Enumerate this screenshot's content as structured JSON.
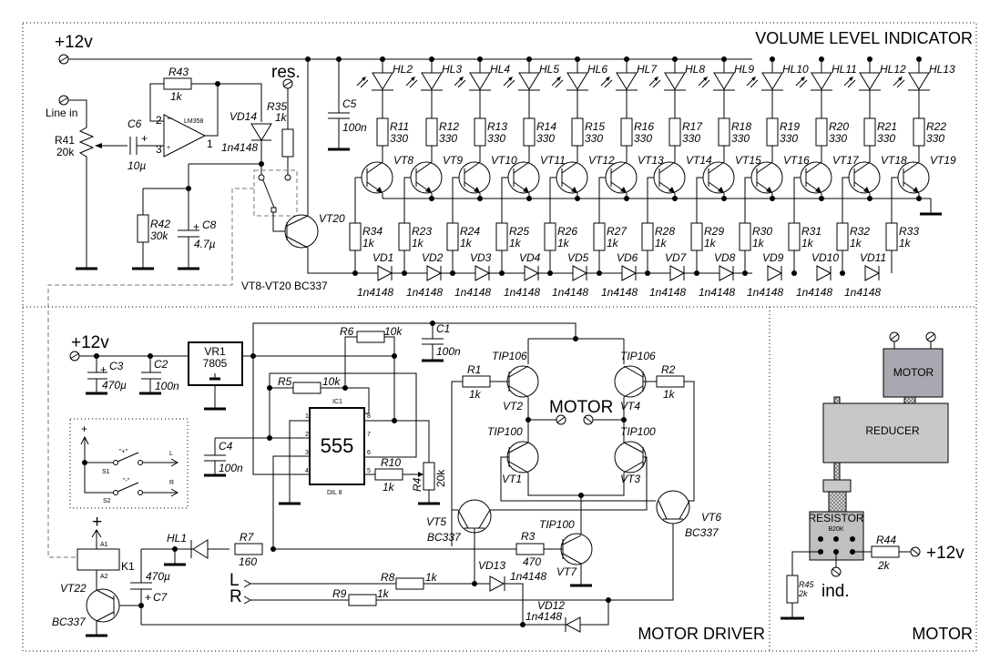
{
  "sections": {
    "volume_indicator": "VOLUME LEVEL INDICATOR",
    "motor_driver": "MOTOR DRIVER",
    "motor": "MOTOR"
  },
  "power": {
    "label": "+12v",
    "reset_label": "res."
  },
  "input": {
    "label": "Line in"
  },
  "opamp": {
    "name": "LM358",
    "pin_minus": "2",
    "pin_plus": "3",
    "pin_out": "1"
  },
  "components": {
    "R41": {
      "name": "R41",
      "value": "20k"
    },
    "C6": {
      "name": "C6",
      "value": "10µ"
    },
    "R43": {
      "name": "R43",
      "value": "1k"
    },
    "VD14": {
      "name": "VD14",
      "value": "1n4148"
    },
    "R35": {
      "name": "R35",
      "value": "1k"
    },
    "R42": {
      "name": "R42",
      "value": "30k"
    },
    "C8": {
      "name": "C8",
      "value": "4.7µ"
    },
    "C5": {
      "name": "C5",
      "value": "100n"
    },
    "VT20": {
      "name": "VT20"
    },
    "transistor_note": "VT8-VT20  BC337"
  },
  "led_columns": [
    {
      "led": "HL2",
      "res": "R11",
      "res_val": "330",
      "vt": "VT8",
      "base_res": "R34",
      "base_val": "1k",
      "vd": "VD1"
    },
    {
      "led": "HL3",
      "res": "R12",
      "res_val": "330",
      "vt": "VT9",
      "base_res": "R23",
      "base_val": "1k",
      "vd": "VD2"
    },
    {
      "led": "HL4",
      "res": "R13",
      "res_val": "330",
      "vt": "VT10",
      "base_res": "R24",
      "base_val": "1k",
      "vd": "VD3"
    },
    {
      "led": "HL5",
      "res": "R14",
      "res_val": "330",
      "vt": "VT11",
      "base_res": "R25",
      "base_val": "1k",
      "vd": "VD4"
    },
    {
      "led": "HL6",
      "res": "R15",
      "res_val": "330",
      "vt": "VT12",
      "base_res": "R26",
      "base_val": "1k",
      "vd": "VD5"
    },
    {
      "led": "HL7",
      "res": "R16",
      "res_val": "330",
      "vt": "VT13",
      "base_res": "R27",
      "base_val": "1k",
      "vd": "VD6"
    },
    {
      "led": "HL8",
      "res": "R17",
      "res_val": "330",
      "vt": "VT14",
      "base_res": "R28",
      "base_val": "1k",
      "vd": "VD7"
    },
    {
      "led": "HL9",
      "res": "R18",
      "res_val": "330",
      "vt": "VT15",
      "base_res": "R29",
      "base_val": "1k",
      "vd": "VD8"
    },
    {
      "led": "HL10",
      "res": "R19",
      "res_val": "330",
      "vt": "VT16",
      "base_res": "R30",
      "base_val": "1k",
      "vd": "VD9"
    },
    {
      "led": "HL11",
      "res": "R20",
      "res_val": "330",
      "vt": "VT17",
      "base_res": "R31",
      "base_val": "1k",
      "vd": "VD10"
    },
    {
      "led": "HL12",
      "res": "R21",
      "res_val": "330",
      "vt": "VT18",
      "base_res": "R32",
      "base_val": "1k",
      "vd": "VD11"
    },
    {
      "led": "HL13",
      "res": "R22",
      "res_val": "330",
      "vt": "VT19",
      "base_res": "R33",
      "base_val": "1k",
      "vd": ""
    }
  ],
  "diode_value": "1n4148",
  "driver": {
    "C3": {
      "name": "C3",
      "value": "470µ"
    },
    "C2": {
      "name": "C2",
      "value": "100n"
    },
    "VR1": {
      "name": "VR1",
      "value": "7805"
    },
    "R6": {
      "name": "R6",
      "value": "10k"
    },
    "R5": {
      "name": "R5",
      "value": "10k"
    },
    "C1": {
      "name": "C1",
      "value": "100n"
    },
    "C4": {
      "name": "C4",
      "value": "100n"
    },
    "IC1": {
      "name": "IC1",
      "chip": "555",
      "package": "DIL 8",
      "pins": [
        "1",
        "2",
        "3",
        "4",
        "5",
        "6",
        "7",
        "8"
      ]
    },
    "R10": {
      "name": "R10",
      "value": "1k"
    },
    "R4": {
      "name": "R4",
      "value": "20k"
    },
    "R1": {
      "name": "R1",
      "value": "1k"
    },
    "R2": {
      "name": "R2",
      "value": "1k"
    },
    "VT2": {
      "name": "VT2",
      "type": "TIP106"
    },
    "VT4": {
      "name": "VT4",
      "type": "TIP106"
    },
    "VT1": {
      "name": "VT1",
      "type": "TIP100"
    },
    "VT3": {
      "name": "VT3",
      "type": "TIP100"
    },
    "motor_label": "MOTOR",
    "VT5": {
      "name": "VT5",
      "type": "BC337"
    },
    "VT6": {
      "name": "VT6",
      "type": "BC337"
    },
    "VT7": {
      "name": "VT7",
      "type": "TIP100"
    },
    "R3": {
      "name": "R3",
      "value": "470"
    },
    "R7": {
      "name": "R7",
      "value": "160"
    },
    "HL1": {
      "name": "HL1"
    },
    "R8": {
      "name": "R8",
      "value": "1k"
    },
    "R9": {
      "name": "R9",
      "value": "1k"
    },
    "VD13": {
      "name": "VD13",
      "value": "1n4148"
    },
    "VD12": {
      "name": "VD12",
      "value": "1n4148"
    },
    "K1": {
      "name": "K1",
      "a1": "A1",
      "a2": "A2"
    },
    "C7": {
      "name": "C7",
      "value": "470µ"
    },
    "VT22": {
      "name": "VT22",
      "type": "BC337"
    },
    "input_L": "L",
    "input_R": "R",
    "plus": "+"
  },
  "switch_box": {
    "plus": "+",
    "S1": "S1",
    "S1_label": "\"+\"",
    "L": "L",
    "S2": "S2",
    "S2_label": "\"-\"",
    "R": "R"
  },
  "motor_assembly": {
    "motor": "MOTOR",
    "reducer": "REDUCER",
    "resistor": "RESISTOR",
    "resistor_value": "B20K",
    "R44": {
      "name": "R44",
      "value": "2k"
    },
    "R45": {
      "name": "R45",
      "value": "2k"
    },
    "supply": "+12v",
    "ind": "ind.",
    "colors": {
      "motor_fill": "#a8a8b0",
      "reducer_fill": "#c8c8c8",
      "resistor_fill": "#c0c0c0"
    }
  }
}
